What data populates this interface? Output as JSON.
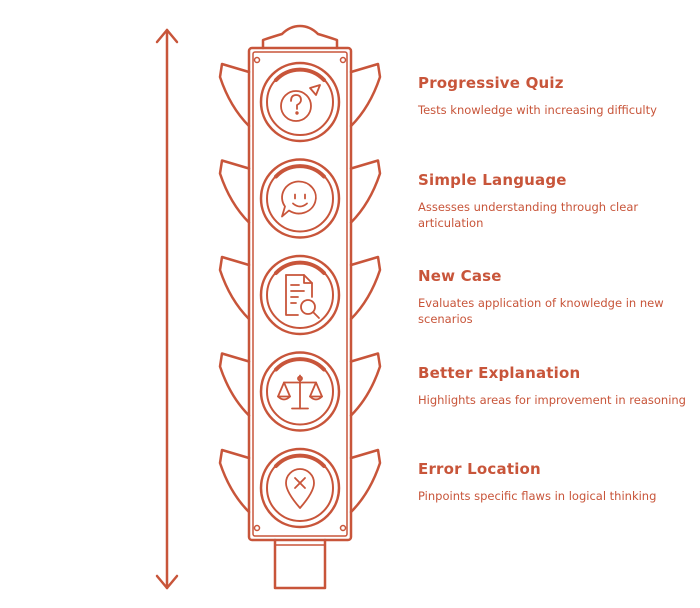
{
  "accent_color": "#c8553a",
  "items": [
    {
      "title": "Progressive Quiz",
      "description": "Tests knowledge with increasing difficulty",
      "icon": "question-bubble-icon"
    },
    {
      "title": "Simple Language",
      "description": "Assesses understanding through clear articulation",
      "icon": "smiley-speech-bubble-icon"
    },
    {
      "title": "New Case",
      "description": "Evaluates application of knowledge in new scenarios",
      "icon": "document-search-icon"
    },
    {
      "title": "Better Explanation",
      "description": "Highlights areas for improvement in reasoning",
      "icon": "balance-scale-icon"
    },
    {
      "title": "Error Location",
      "description": "Pinpoints specific flaws in logical thinking",
      "icon": "error-pin-icon"
    }
  ]
}
